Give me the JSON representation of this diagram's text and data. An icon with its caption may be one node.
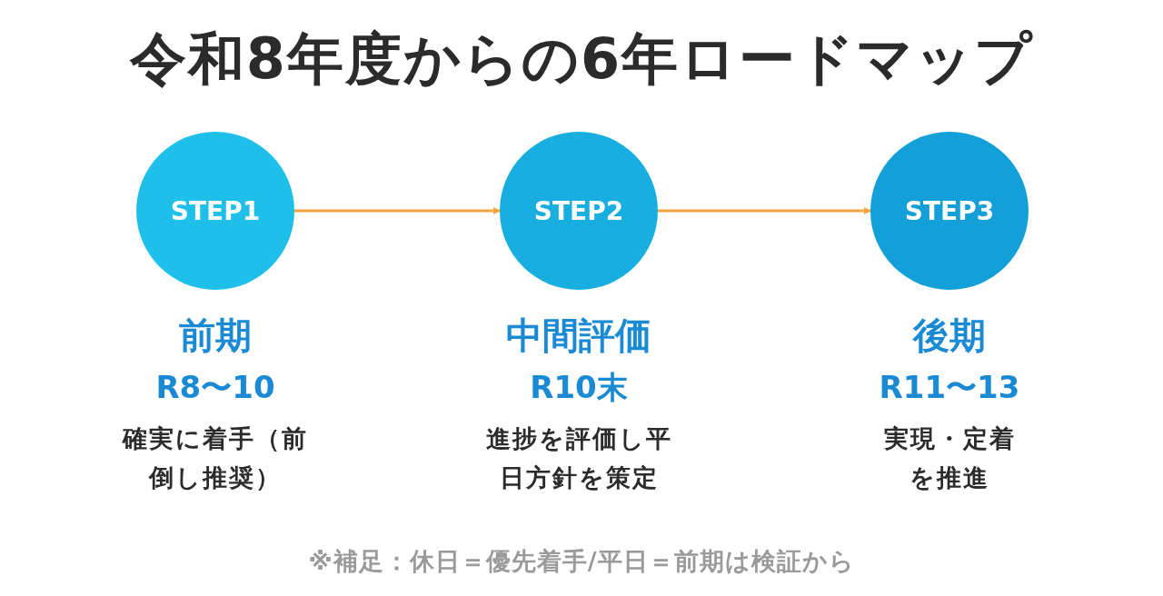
{
  "diagram": {
    "title": "令和8年度からの6年ロードマップ",
    "nodes": [
      {
        "text": [
          "STEP1"
        ],
        "beside": [
          "前期",
          "R8〜10",
          "確実に着手（前倒し推奨）"
        ]
      },
      {
        "text": [
          "STEP2"
        ],
        "beside": [
          "中間評価",
          "R10末",
          "進捗を評価し平日方針を策定"
        ]
      },
      {
        "text": [
          "STEP3"
        ],
        "beside": [
          "後期",
          "R11〜13",
          "実現・定着を推進"
        ]
      }
    ],
    "edges": [
      {
        "from": 0,
        "to": 1,
        "arrow": "to"
      },
      {
        "from": 1,
        "to": 2,
        "arrow": "to"
      }
    ],
    "caption": "※補足：休日＝優先着手/平日＝前期は検証から"
  }
}
